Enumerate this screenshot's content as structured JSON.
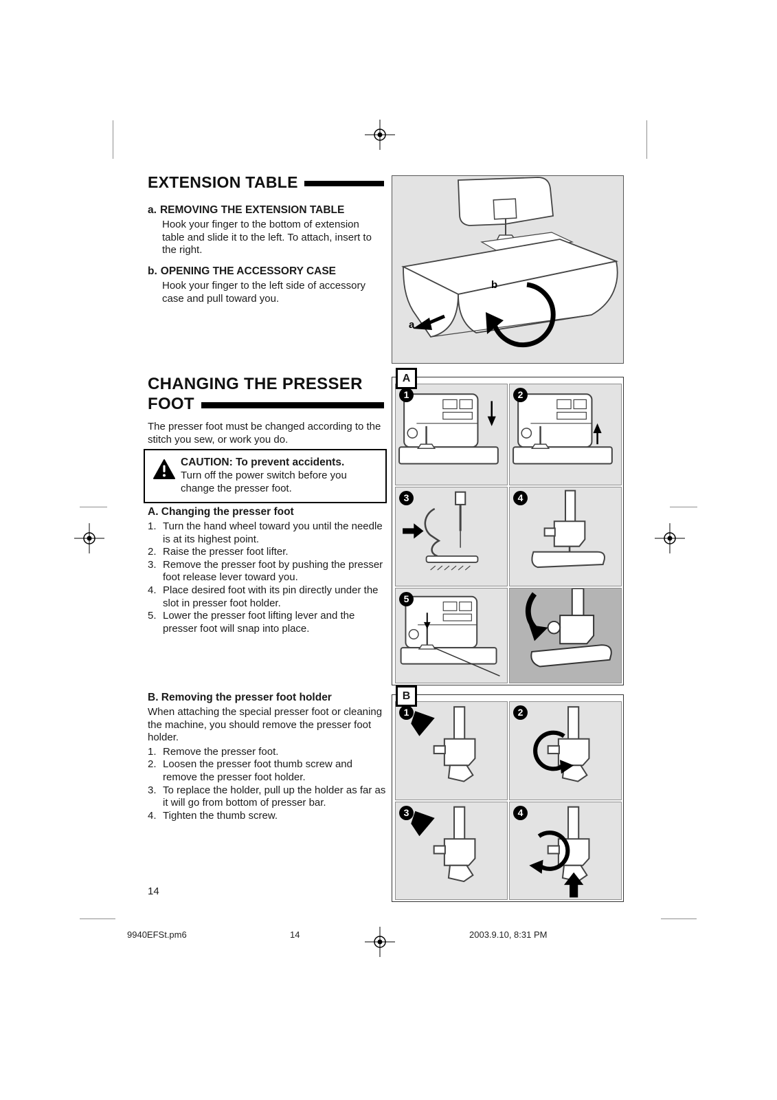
{
  "page_number": "14",
  "footer": {
    "file": "9940EFSt.pm6",
    "page": "14",
    "datetime": "2003.9.10, 8:31 PM"
  },
  "extension_table": {
    "title": "EXTENSION TABLE",
    "sections": [
      {
        "label": "a.",
        "heading": "REMOVING THE EXTENSION TABLE",
        "body": "Hook your finger to the bottom of extension table and slide it to the left. To attach, insert to the right."
      },
      {
        "label": "b.",
        "heading": "OPENING THE ACCESSORY CASE",
        "body": "Hook your finger to the left side of accessory case and pull toward you."
      }
    ],
    "figure_labels": {
      "a": "a",
      "b": "b"
    }
  },
  "presser_foot": {
    "title_line1": "CHANGING THE PRESSER",
    "title_line2": "FOOT",
    "intro": "The presser foot must be changed according to the stitch you sew, or work you do.",
    "caution_heading": "CAUTION: To prevent accidents.",
    "caution_body": "Turn off the power switch before you change the presser foot.",
    "section_a_heading": "A. Changing the presser foot",
    "section_a_steps": [
      {
        "num": "1.",
        "text": "Turn the hand wheel toward you until the needle is at its highest point."
      },
      {
        "num": "2.",
        "text": "Raise the presser foot lifter."
      },
      {
        "num": "3.",
        "text": "Remove the presser foot by pushing the presser foot release lever toward you."
      },
      {
        "num": "4.",
        "text": "Place desired foot with its pin directly under the slot in presser foot holder."
      },
      {
        "num": "5.",
        "text": "Lower the presser foot lifting lever and the presser foot will snap into place."
      }
    ],
    "section_b_heading": "B. Removing the presser foot holder",
    "section_b_intro": "When attaching the special presser foot or cleaning the machine, you should remove the presser foot holder.",
    "section_b_steps": [
      {
        "num": "1.",
        "text": "Remove the presser foot."
      },
      {
        "num": "2.",
        "text": "Loosen the presser foot thumb screw and remove the presser foot holder."
      },
      {
        "num": "3.",
        "text": "To replace the holder, pull up the holder as far as it will go from bottom of presser bar."
      },
      {
        "num": "4.",
        "text": "Tighten the thumb screw."
      }
    ]
  },
  "figure_a": {
    "panel_label": "A",
    "badges": [
      "1",
      "2",
      "3",
      "4",
      "5"
    ]
  },
  "figure_b": {
    "panel_label": "B",
    "badges": [
      "1",
      "2",
      "3",
      "4"
    ]
  },
  "colors": {
    "panel_bg": "#e3e3e3",
    "panel_dark_bg": "#b4b4b4",
    "ink": "#000000"
  }
}
